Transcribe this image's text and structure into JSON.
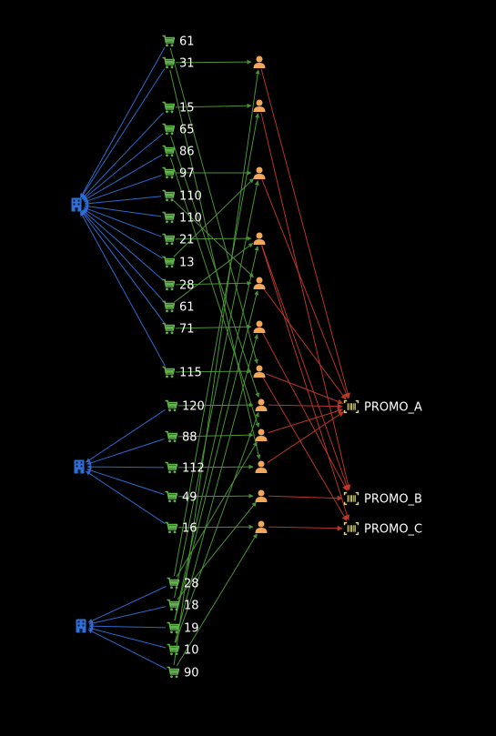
{
  "colors": {
    "store_edge": "#2f6fd6",
    "purchase_edge": "#4f9a3a",
    "promo_edge": "#c0392b",
    "store_icon": "#2f6fd6",
    "cart_icon": "#5fb34b",
    "person_icon": "#f2a85a",
    "promo_icon": "#d8d48a",
    "label": "#ffffff"
  },
  "icons": {
    "store": "building-icon",
    "order": "shopping-cart-icon",
    "customer": "person-icon",
    "promo": "barcode-icon"
  },
  "stores": [
    {
      "id": "S1",
      "label": ""
    },
    {
      "id": "S2",
      "label": ""
    },
    {
      "id": "S3",
      "label": ""
    }
  ],
  "orders": [
    {
      "id": "o1",
      "label": "61",
      "store": "S1"
    },
    {
      "id": "o2",
      "label": "31",
      "store": "S1"
    },
    {
      "id": "o3",
      "label": "15",
      "store": "S1"
    },
    {
      "id": "o4",
      "label": "65",
      "store": "S1"
    },
    {
      "id": "o5",
      "label": "86",
      "store": "S1"
    },
    {
      "id": "o6",
      "label": "97",
      "store": "S1"
    },
    {
      "id": "o7",
      "label": "110",
      "store": "S1"
    },
    {
      "id": "o8",
      "label": "110",
      "store": "S1"
    },
    {
      "id": "o9",
      "label": "21",
      "store": "S1"
    },
    {
      "id": "o10",
      "label": "13",
      "store": "S1"
    },
    {
      "id": "o11",
      "label": "28",
      "store": "S1"
    },
    {
      "id": "o12",
      "label": "61",
      "store": "S1"
    },
    {
      "id": "o13",
      "label": "71",
      "store": "S1"
    },
    {
      "id": "o14",
      "label": "115",
      "store": "S1"
    },
    {
      "id": "o15",
      "label": "120",
      "store": "S2"
    },
    {
      "id": "o16",
      "label": "88",
      "store": "S2"
    },
    {
      "id": "o17",
      "label": "112",
      "store": "S2"
    },
    {
      "id": "o18",
      "label": "49",
      "store": "S2"
    },
    {
      "id": "o19",
      "label": "16",
      "store": "S2"
    },
    {
      "id": "o20",
      "label": "28",
      "store": "S3"
    },
    {
      "id": "o21",
      "label": "18",
      "store": "S3"
    },
    {
      "id": "o22",
      "label": "19",
      "store": "S3"
    },
    {
      "id": "o23",
      "label": "10",
      "store": "S3"
    },
    {
      "id": "o24",
      "label": "90",
      "store": "S3"
    }
  ],
  "customers": [
    {
      "id": "c1"
    },
    {
      "id": "c2"
    },
    {
      "id": "c3"
    },
    {
      "id": "c4"
    },
    {
      "id": "c5"
    },
    {
      "id": "c6"
    },
    {
      "id": "c7"
    },
    {
      "id": "c8"
    },
    {
      "id": "c9"
    },
    {
      "id": "c10"
    },
    {
      "id": "c11"
    },
    {
      "id": "c12"
    }
  ],
  "promos": [
    {
      "id": "PA",
      "label": "PROMO_A"
    },
    {
      "id": "PB",
      "label": "PROMO_B"
    },
    {
      "id": "PC",
      "label": "PROMO_C"
    }
  ],
  "purchase_links": [
    [
      "o2",
      "c1"
    ],
    [
      "o3",
      "c2"
    ],
    [
      "o6",
      "c3"
    ],
    [
      "o9",
      "c4"
    ],
    [
      "o11",
      "c5"
    ],
    [
      "o13",
      "c6"
    ],
    [
      "o14",
      "c7"
    ],
    [
      "o15",
      "c8"
    ],
    [
      "o16",
      "c9"
    ],
    [
      "o17",
      "c10"
    ],
    [
      "o18",
      "c11"
    ],
    [
      "o19",
      "c12"
    ],
    [
      "o1",
      "c7"
    ],
    [
      "o2",
      "c10"
    ],
    [
      "o4",
      "c8"
    ],
    [
      "o5",
      "c9"
    ],
    [
      "o10",
      "c3"
    ],
    [
      "o12",
      "c4"
    ],
    [
      "o7",
      "c5"
    ],
    [
      "o20",
      "c2"
    ],
    [
      "o21",
      "c3"
    ],
    [
      "o22",
      "c5"
    ],
    [
      "o23",
      "c6"
    ],
    [
      "o24",
      "c12"
    ],
    [
      "o20",
      "c9"
    ],
    [
      "o21",
      "c11"
    ],
    [
      "o22",
      "c4"
    ],
    [
      "o23",
      "c8"
    ],
    [
      "o24",
      "c1"
    ]
  ],
  "promo_links": [
    [
      "c1",
      "PA"
    ],
    [
      "c2",
      "PB"
    ],
    [
      "c3",
      "PA"
    ],
    [
      "c4",
      "PC"
    ],
    [
      "c5",
      "PA"
    ],
    [
      "c6",
      "PB"
    ],
    [
      "c7",
      "PA"
    ],
    [
      "c8",
      "PA"
    ],
    [
      "c9",
      "PA"
    ],
    [
      "c10",
      "PA"
    ],
    [
      "c11",
      "PB"
    ],
    [
      "c12",
      "PC"
    ],
    [
      "c4",
      "PB"
    ],
    [
      "c7",
      "PC"
    ]
  ]
}
